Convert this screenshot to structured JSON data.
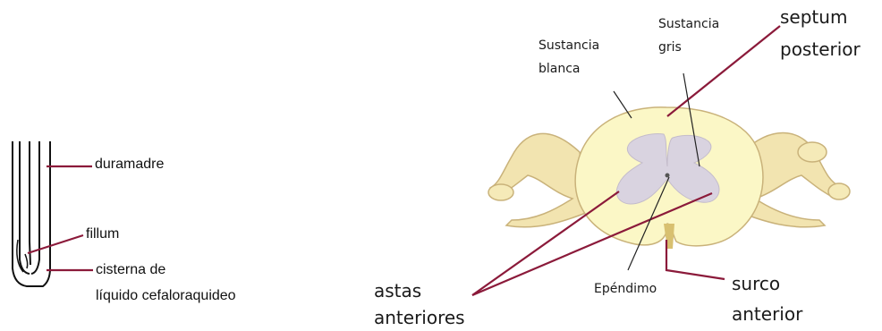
{
  "left_diagram": {
    "labels": {
      "duramadre": "duramadre",
      "fillum": "fillum",
      "cisterna_line1": "cisterna de",
      "cisterna_line2": "líquido cefaloraquideo"
    }
  },
  "right_diagram": {
    "labels": {
      "sustancia_blanca_line1": "Sustancia",
      "sustancia_blanca_line2": "blanca",
      "sustancia_gris_line1": "Sustancia",
      "sustancia_gris_line2": "gris",
      "septum_line1": "septum",
      "septum_line2": "posterior",
      "astas_line1": "astas",
      "astas_line2": "anteriores",
      "ependimo": "Epéndimo",
      "surco_line1": "surco",
      "surco_line2": "anterior"
    }
  },
  "colors": {
    "pointer": "#8b1a3a",
    "white_matter": "#fbf7c6",
    "gray_matter": "#d9d3e0",
    "nerve_root": "#f2e4b0",
    "outline": "#c9b27a"
  }
}
